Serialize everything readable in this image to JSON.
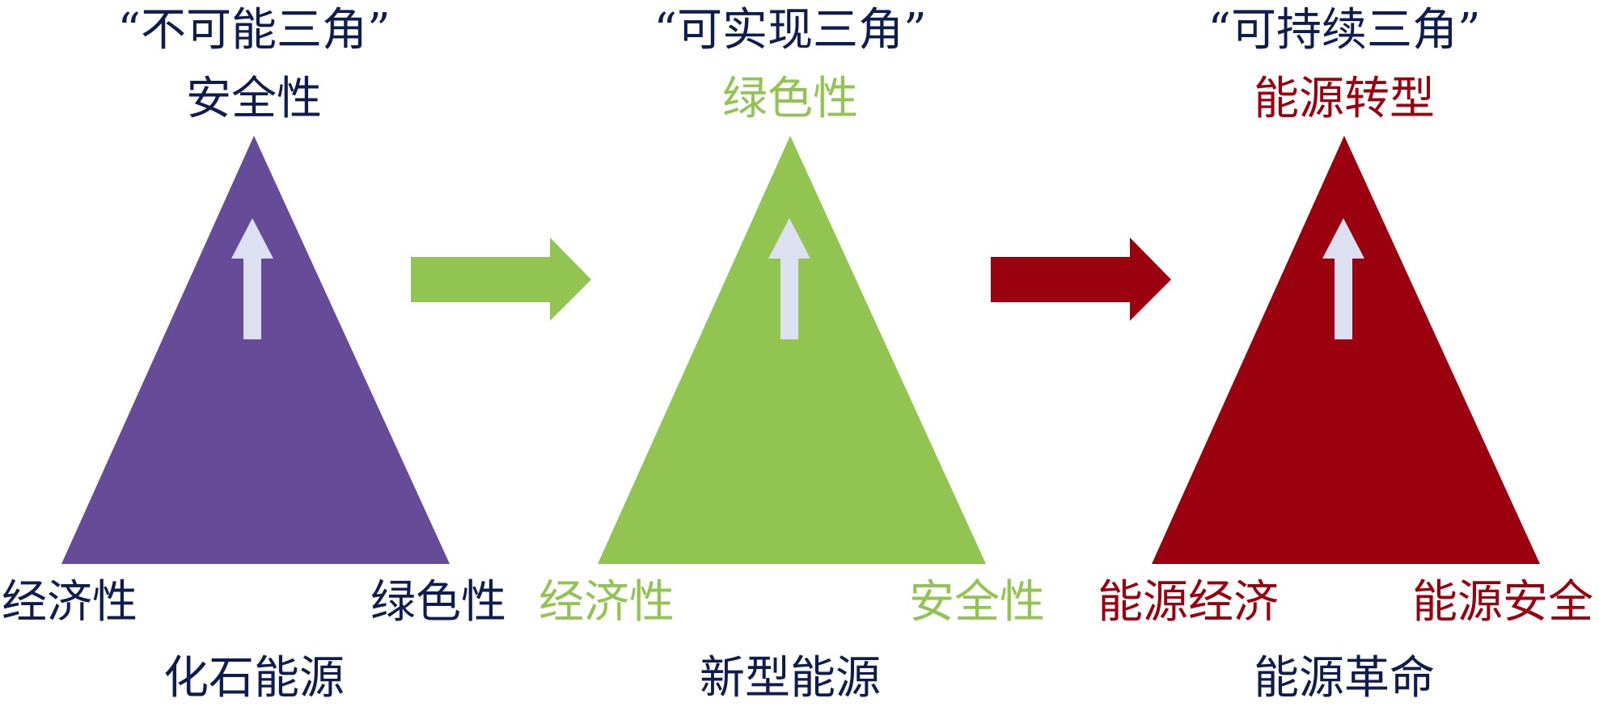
{
  "colors": {
    "navy": "#0f1d4e",
    "purple": "#654b98",
    "green": "#92c451",
    "red": "#9b000e",
    "arrow_light": "#dde0f0"
  },
  "panels": [
    {
      "title": "“不可能三角”",
      "top": "安全性",
      "bottom_left": "经济性",
      "bottom_right": "绿色性",
      "base": "化石能源",
      "fill": "#654b98",
      "label_color": "#0f1d4e"
    },
    {
      "title": "“可实现三角”",
      "top": "绿色性",
      "bottom_left": "经济性",
      "bottom_right": "安全性",
      "base": "新型能源",
      "fill": "#92c451",
      "label_color": "#92c451"
    },
    {
      "title": "“可持续三角”",
      "top": "能源转型",
      "bottom_left": "能源经济",
      "bottom_right": "能源安全",
      "base": "能源革命",
      "fill": "#9b000e",
      "label_color": "#9b000e"
    }
  ],
  "connectors": [
    {
      "color": "#92c451"
    },
    {
      "color": "#9b000e"
    }
  ]
}
